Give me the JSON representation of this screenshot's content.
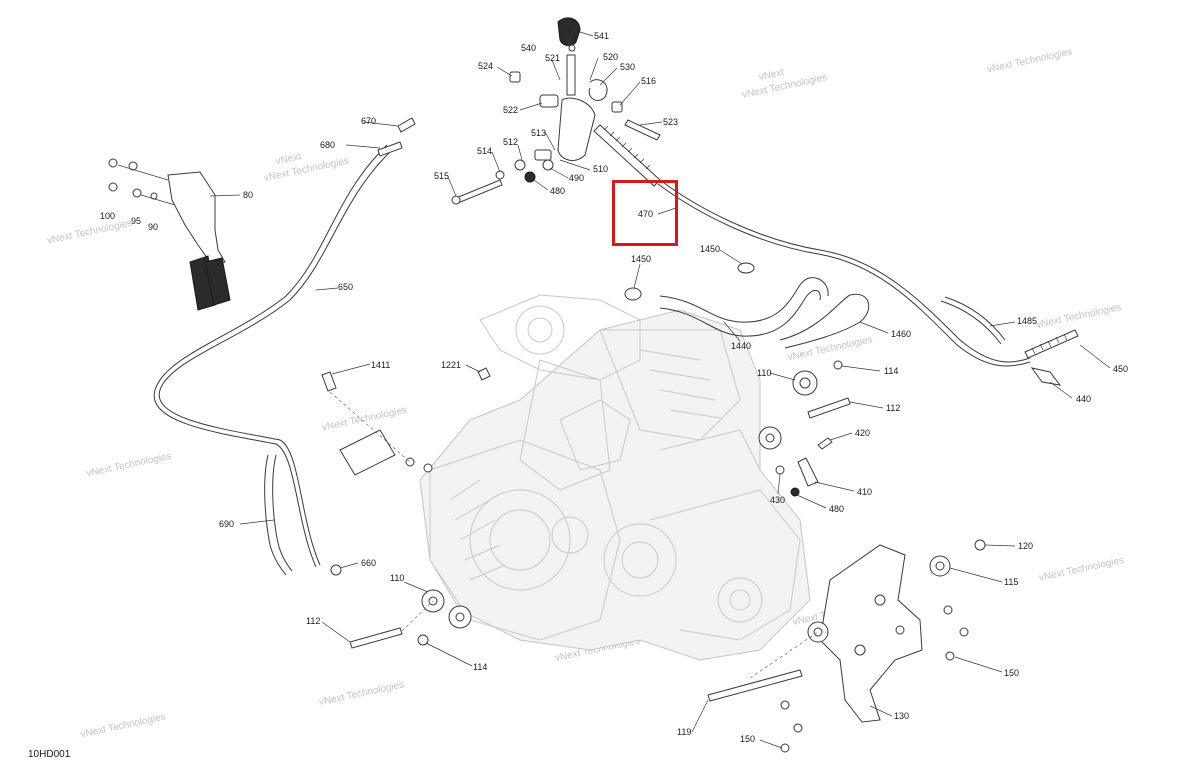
{
  "figure_code": "10HD001",
  "watermark": {
    "line1": "vNext",
    "line2": "Technologies",
    "combined": "vNext Technologies"
  },
  "highlight_color": "#d6191e",
  "highlighted_callout": "470",
  "callouts": {
    "c540": "540",
    "c541": "541",
    "c521": "521",
    "c520": "520",
    "c524": "524",
    "c530": "530",
    "c516": "516",
    "c522": "522",
    "c523": "523",
    "c513": "513",
    "c512": "512",
    "c514": "514",
    "c510": "510",
    "c490": "490",
    "c480a": "480",
    "c515": "515",
    "c470": "470",
    "c670": "670",
    "c680": "680",
    "c80": "80",
    "c100": "100",
    "c95": "95",
    "c90": "90",
    "c650": "650",
    "c1450a": "1450",
    "c1450b": "1450",
    "c1440": "1440",
    "c1460": "1460",
    "c1485": "1485",
    "c450": "450",
    "c440": "440",
    "c1221": "1221",
    "c1411": "1411",
    "c110a": "110",
    "c114a": "114",
    "c112a": "112",
    "c420": "420",
    "c410": "410",
    "c430": "430",
    "c480b": "480",
    "c690": "690",
    "c660": "660",
    "c110b": "110",
    "c112b": "112",
    "c114b": "114",
    "c120": "120",
    "c115": "115",
    "c150a": "150",
    "c130": "130",
    "c119": "119",
    "c150b": "150"
  }
}
